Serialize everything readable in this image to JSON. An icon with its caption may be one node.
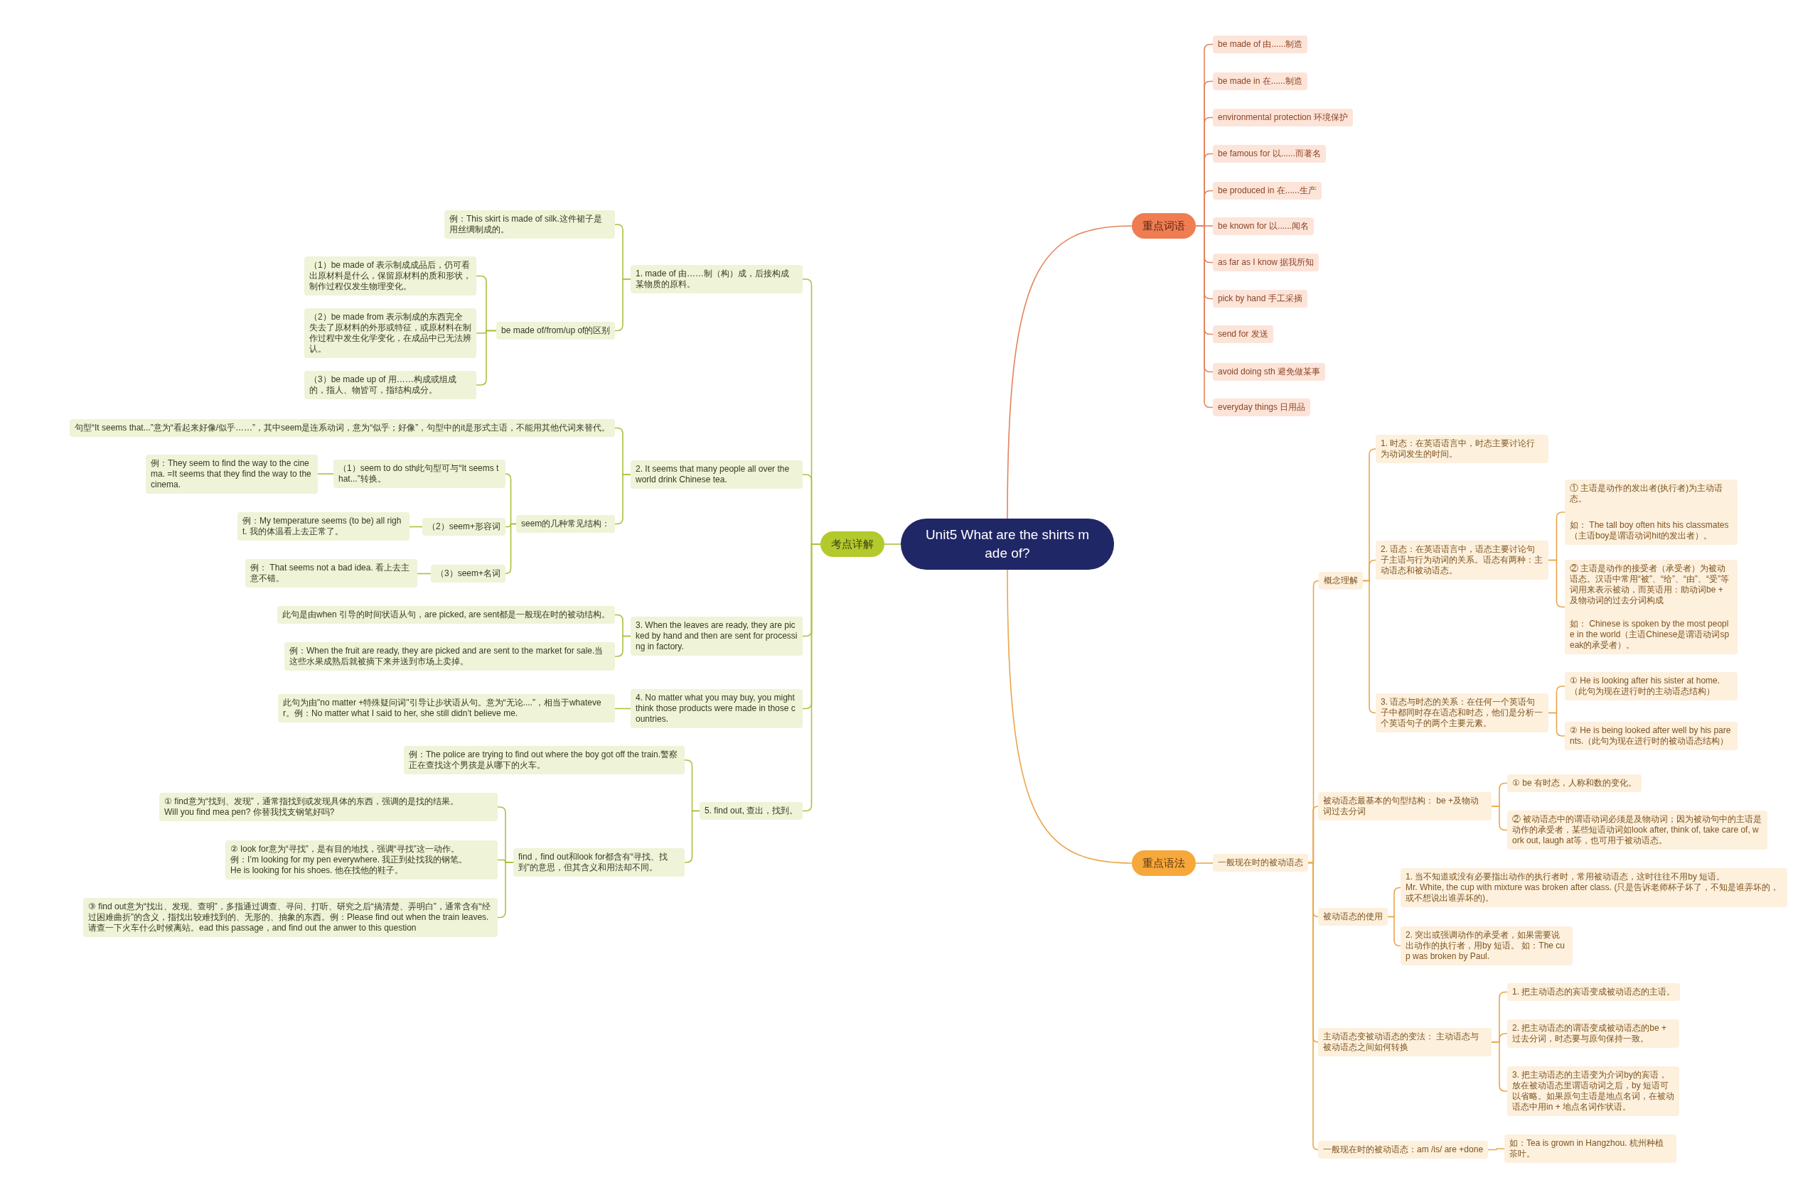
{
  "diagram": {
    "nodes": [
      {
        "text": [
          "Unit5 What are the shirts made of?"
        ]
      },
      {
        "text": [
          "重点词语"
        ]
      },
      {
        "text": [
          "be made of 由......制造"
        ]
      },
      {
        "text": [
          "be made in 在......制造"
        ]
      },
      {
        "text": [
          "environmental protection 环境保护"
        ]
      },
      {
        "text": [
          "be famous for 以......而著名"
        ]
      },
      {
        "text": [
          "be produced in 在......生产"
        ]
      },
      {
        "text": [
          "be known for 以......闻名"
        ]
      },
      {
        "text": [
          "as far as I know 据我所知"
        ]
      },
      {
        "text": [
          "pick by hand 手工采摘"
        ]
      },
      {
        "text": [
          "send for 发送"
        ]
      },
      {
        "text": [
          "avoid doing sth 避免做某事"
        ]
      },
      {
        "text": [
          "everyday things 日用品"
        ]
      },
      {
        "text": [
          "重点语法"
        ]
      },
      {
        "text": [
          "一般现在时的被动语态"
        ]
      },
      {
        "text": [
          "概念理解"
        ]
      },
      {
        "text": [
          "1. 时态：在英语语言中，时态主要讨论行为动词发生的时间。"
        ]
      },
      {
        "text": [
          "2. 语态：在英语语言中，语态主要讨论句子主语与行为动词的关系。语态有两种：主动语态和被动语态。"
        ]
      },
      {
        "text": [
          "① 主语是动作的发出者(执行者)为主动语态。",
          "如： The tall boy often hits his classmates（主语boy是谓语动词hit的发出者）。"
        ]
      },
      {
        "text": [
          "② 主语是动作的接受者（承受者）为被动语态。汉语中常用“被”、“给”、“由”、“受”等词用来表示被动，而英语用：助动词be + 及物动词的过去分词构成",
          "如： Chinese is spoken by the most people in the world（主语Chinese是谓语动词speak的承受者）。"
        ]
      },
      {
        "text": [
          "3. 语态与时态的关系：在任何一个英语句子中都同时存在语态和时态，他们是分析一个英语句子的两个主要元素。"
        ]
      },
      {
        "text": [
          "① He is looking after his sister at home.（此句为现在进行时的主动语态结构）"
        ]
      },
      {
        "text": [
          "② He is being looked after well by his parents.（此句为现在进行时的被动语态结构）"
        ]
      },
      {
        "text": [
          "被动语态最基本的句型结构： be +及物动词过去分词"
        ]
      },
      {
        "text": [
          "① be 有时态，人称和数的变化。"
        ]
      },
      {
        "text": [
          "② 被动语态中的谓语动词必须是及物动词；因为被动句中的主语是动作的承受者，某些短语动词如look after, think of, take care of, work out, laugh at等，也可用于被动语态。"
        ]
      },
      {
        "text": [
          "被动语态的使用"
        ]
      },
      {
        "text": [
          "1. 当不知道或没有必要指出动作的执行者时，常用被动语态，这时往往不用by 短语。",
          "Mr. White, the cup with mixture was broken after class. (只是告诉老师杯子坏了，不知是谁弄坏的，或不想说出谁弄坏的)。"
        ]
      },
      {
        "text": [
          "2. 突出或强调动作的承受者，如果需要说出动作的执行者，用by 短语。 如：The cup was broken by Paul."
        ]
      },
      {
        "text": [
          "主动语态变被动语态的变法： 主动语态与被动语态之间如何转换"
        ]
      },
      {
        "text": [
          "1. 把主动语态的宾语变成被动语态的主语。"
        ]
      },
      {
        "text": [
          "2. 把主动语态的谓语变成被动语态的be + 过去分词，时态要与原句保持一致。"
        ]
      },
      {
        "text": [
          "3. 把主动语态的主语变为介词by的宾语，放在被动语态里谓语动词之后，by 短语可以省略。如果原句主语是地点名词，在被动语态中用in + 地点名词作状语。"
        ]
      },
      {
        "text": [
          "一般现在时的被动语态：am /is/ are +done"
        ]
      },
      {
        "text": [
          "如：Tea is grown in Hangzhou. 杭州种植茶叶。"
        ]
      },
      {
        "text": [
          "考点详解"
        ]
      },
      {
        "text": [
          "1. made of 由……制（构）成，后接构成某物质的原料。"
        ]
      },
      {
        "text": [
          "例：This skirt is made of silk.这件裙子是用丝绸制成的。"
        ]
      },
      {
        "text": [
          "be made of/from/up of的区别"
        ]
      },
      {
        "text": [
          "（1）be made of 表示制成成品后，仍可看出原材料是什么，保留原材料的质和形状，制作过程仅发生物理变化。"
        ]
      },
      {
        "text": [
          "（2）be made from 表示制成的东西完全失去了原材料的外形或特征，或原材料在制作过程中发生化学变化，在成品中已无法辨认。"
        ]
      },
      {
        "text": [
          "（3）be made up of 用……构成或组成的，指人、物皆可，指结构成分。"
        ]
      },
      {
        "text": [
          "2. It seems that many people all over the world drink Chinese tea."
        ]
      },
      {
        "text": [
          "句型“It seems that...”意为“看起来好像/似乎……”，其中seem是连系动词，意为“似乎；好像”，句型中的it是形式主语，不能用其他代词来替代。"
        ]
      },
      {
        "text": [
          "seem的几种常见结构："
        ]
      },
      {
        "text": [
          "（1）seem to do sth此句型可与“It seems that...”转换。"
        ]
      },
      {
        "text": [
          "例：They seem to find the way to the cinema. =It seems that they find the way to the cinema."
        ]
      },
      {
        "text": [
          "（2）seem+形容词"
        ]
      },
      {
        "text": [
          "例：My temperature seems (to be) all right. 我的体温看上去正常了。"
        ]
      },
      {
        "text": [
          "（3）seem+名词"
        ]
      },
      {
        "text": [
          "例： That seems not a bad idea. 看上去主意不错。"
        ]
      },
      {
        "text": [
          "3. When the leaves are ready, they are picked by hand and then are sent for processing in factory."
        ]
      },
      {
        "text": [
          "此句是由when 引导的时间状语从句，are picked, are sent都是一般现在时的被动结构。"
        ]
      },
      {
        "text": [
          "例：When the fruit are ready, they are picked and are sent to the market for sale.当这些水果成熟后就被摘下来并送到市场上卖掉。"
        ]
      },
      {
        "text": [
          "4. No matter what you may buy, you might think those products were made in those countries."
        ]
      },
      {
        "text": [
          "此句为由\"no matter +特殊疑问词\"引导让步状语从句。意为“无论....”，相当于whatever。例：No matter what I said to her, she still didn’t believe me."
        ]
      },
      {
        "text": [
          "5. find out, 查出，找到。"
        ]
      },
      {
        "text": [
          "例：The police are trying to find out where the boy got off the train.警察正在查找这个男孩是从哪下的火车。"
        ]
      },
      {
        "text": [
          "find，find out和look for都含有“寻找、找到”的意思，但其含义和用法却不同。"
        ]
      },
      {
        "text": [
          "① find意为“找到、发现”，通常指找到或发现具体的东西，强调的是找的结果。",
          "Will you find mea pen? 你替我找支钢笔好吗?"
        ]
      },
      {
        "text": [
          "② look for意为“寻找”，是有目的地找，强调“寻找”这一动作。",
          "例：I’m looking for my pen everywhere. 我正到处找我的钢笔。",
          "He is looking for his shoes. 他在找他的鞋子。"
        ]
      },
      {
        "text": [
          "③ find out意为“找出、发现、查明”，多指通过调查、寻问、打听、研究之后“搞清楚、弄明白”，通常含有“经过困难曲折”的含义，指找出较难找到的、无形的、抽象的东西。例：Please find out when the train leaves. 请查一下火车什么时候离站。ead this passage，and find out the anwer to this question"
        ]
      }
    ],
    "edges": [
      {
        "from": 0,
        "to": 1,
        "arrow": "none",
        "color": "#e3845c"
      },
      {
        "from": 1,
        "to": 2,
        "arrow": "none",
        "color": "#e3845c"
      },
      {
        "from": 1,
        "to": 3,
        "arrow": "none",
        "color": "#e3845c"
      },
      {
        "from": 1,
        "to": 4,
        "arrow": "none",
        "color": "#e3845c"
      },
      {
        "from": 1,
        "to": 5,
        "arrow": "none",
        "color": "#e3845c"
      },
      {
        "from": 1,
        "to": 6,
        "arrow": "none",
        "color": "#e3845c"
      },
      {
        "from": 1,
        "to": 7,
        "arrow": "none",
        "color": "#e3845c"
      },
      {
        "from": 1,
        "to": 8,
        "arrow": "none",
        "color": "#e3845c"
      },
      {
        "from": 1,
        "to": 9,
        "arrow": "none",
        "color": "#e3845c"
      },
      {
        "from": 1,
        "to": 10,
        "arrow": "none",
        "color": "#e3845c"
      },
      {
        "from": 1,
        "to": 11,
        "arrow": "none",
        "color": "#e3845c"
      },
      {
        "from": 1,
        "to": 12,
        "arrow": "none",
        "color": "#e3845c"
      },
      {
        "from": 0,
        "to": 13,
        "arrow": "none",
        "color": "#eba64a"
      },
      {
        "from": 13,
        "to": 14,
        "arrow": "none",
        "color": "#eba64a"
      },
      {
        "from": 14,
        "to": 15,
        "arrow": "none",
        "color": "#eba64a"
      },
      {
        "from": 15,
        "to": 16,
        "arrow": "none",
        "color": "#eba64a"
      },
      {
        "from": 15,
        "to": 17,
        "arrow": "none",
        "color": "#eba64a"
      },
      {
        "from": 17,
        "to": 18,
        "arrow": "none",
        "color": "#eba64a"
      },
      {
        "from": 17,
        "to": 19,
        "arrow": "none",
        "color": "#eba64a"
      },
      {
        "from": 15,
        "to": 20,
        "arrow": "none",
        "color": "#eba64a"
      },
      {
        "from": 20,
        "to": 21,
        "arrow": "none",
        "color": "#eba64a"
      },
      {
        "from": 20,
        "to": 22,
        "arrow": "none",
        "color": "#eba64a"
      },
      {
        "from": 14,
        "to": 23,
        "arrow": "none",
        "color": "#eba64a"
      },
      {
        "from": 23,
        "to": 24,
        "arrow": "none",
        "color": "#eba64a"
      },
      {
        "from": 23,
        "to": 25,
        "arrow": "none",
        "color": "#eba64a"
      },
      {
        "from": 14,
        "to": 26,
        "arrow": "none",
        "color": "#eba64a"
      },
      {
        "from": 26,
        "to": 27,
        "arrow": "none",
        "color": "#eba64a"
      },
      {
        "from": 26,
        "to": 28,
        "arrow": "none",
        "color": "#eba64a"
      },
      {
        "from": 14,
        "to": 29,
        "arrow": "none",
        "color": "#eba64a"
      },
      {
        "from": 29,
        "to": 30,
        "arrow": "none",
        "color": "#eba64a"
      },
      {
        "from": 29,
        "to": 31,
        "arrow": "none",
        "color": "#eba64a"
      },
      {
        "from": 29,
        "to": 32,
        "arrow": "none",
        "color": "#eba64a"
      },
      {
        "from": 14,
        "to": 33,
        "arrow": "none",
        "color": "#eba64a"
      },
      {
        "from": 33,
        "to": 34,
        "arrow": "none",
        "color": "#eba64a"
      },
      {
        "from": 0,
        "to": 35,
        "arrow": "none"
      },
      {
        "from": 35,
        "to": 36,
        "arrow": "none"
      },
      {
        "from": 36,
        "to": 37,
        "arrow": "none"
      },
      {
        "from": 36,
        "to": 38,
        "arrow": "none"
      },
      {
        "from": 38,
        "to": 39,
        "arrow": "none"
      },
      {
        "from": 38,
        "to": 40,
        "arrow": "none"
      },
      {
        "from": 38,
        "to": 41,
        "arrow": "none"
      },
      {
        "from": 35,
        "to": 42,
        "arrow": "none"
      },
      {
        "from": 42,
        "to": 43,
        "arrow": "none"
      },
      {
        "from": 42,
        "to": 44,
        "arrow": "none"
      },
      {
        "from": 44,
        "to": 45,
        "arrow": "none"
      },
      {
        "from": 45,
        "to": 46,
        "arrow": "none"
      },
      {
        "from": 44,
        "to": 47,
        "arrow": "none"
      },
      {
        "from": 47,
        "to": 48,
        "arrow": "none"
      },
      {
        "from": 44,
        "to": 49,
        "arrow": "none"
      },
      {
        "from": 49,
        "to": 50,
        "arrow": "none"
      },
      {
        "from": 35,
        "to": 51,
        "arrow": "none"
      },
      {
        "from": 51,
        "to": 52,
        "arrow": "none"
      },
      {
        "from": 51,
        "to": 53,
        "arrow": "none"
      },
      {
        "from": 35,
        "to": 54,
        "arrow": "none"
      },
      {
        "from": 54,
        "to": 55,
        "arrow": "none"
      },
      {
        "from": 35,
        "to": 56,
        "arrow": "none"
      },
      {
        "from": 56,
        "to": 57,
        "arrow": "none"
      },
      {
        "from": 56,
        "to": 58,
        "arrow": "none"
      },
      {
        "from": 58,
        "to": 59,
        "arrow": "none"
      },
      {
        "from": 58,
        "to": 60,
        "arrow": "none"
      },
      {
        "from": 58,
        "to": 61,
        "arrow": "none"
      }
    ]
  }
}
